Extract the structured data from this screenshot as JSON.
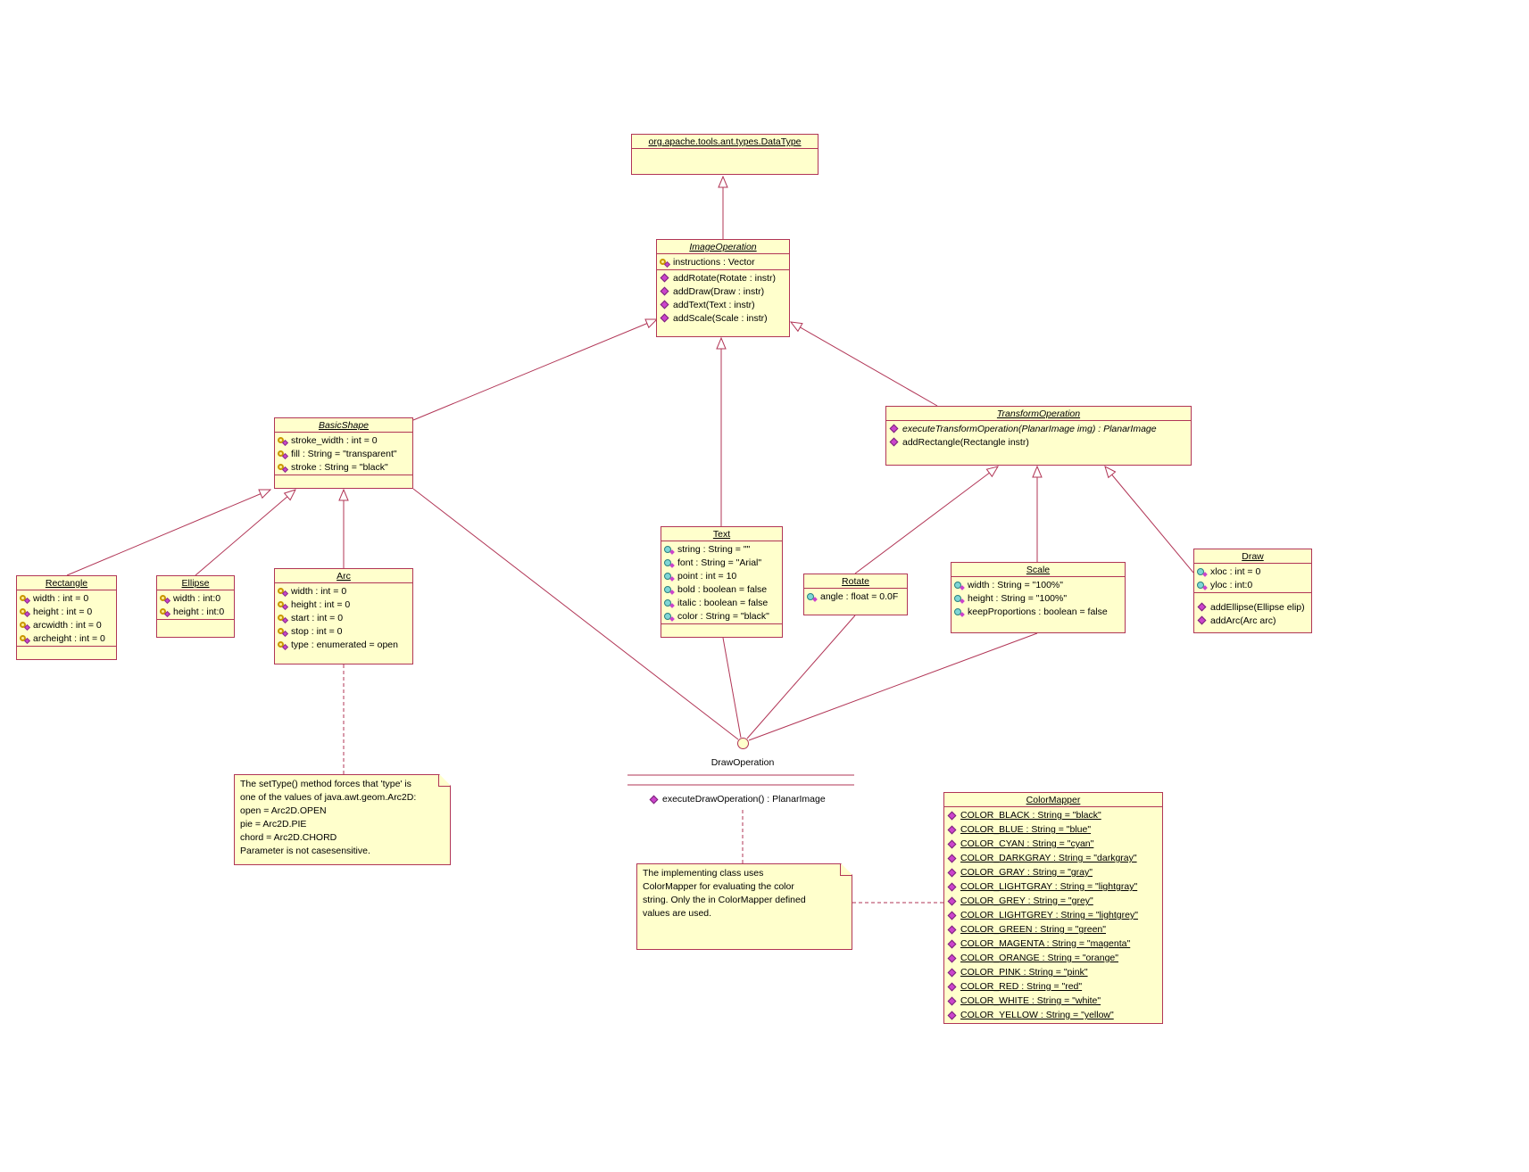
{
  "colors": {
    "box_fill": "#FFFFCC",
    "line": "#B13556",
    "background": "#FFFFFF",
    "method_icon": "#CC44CC",
    "protected_icon": "#C99700",
    "public_icon": "#7FD6D6"
  },
  "classes": {
    "datatype": {
      "title": "org.apache.tools.ant.types.DataType"
    },
    "imageOperation": {
      "title": "ImageOperation",
      "attributes": [
        "instructions : Vector"
      ],
      "methods": [
        "addRotate(Rotate : instr)",
        "addDraw(Draw : instr)",
        "addText(Text : instr)",
        "addScale(Scale : instr)"
      ]
    },
    "basicShape": {
      "title": "BasicShape",
      "attributes": [
        "stroke_width : int = 0",
        "fill : String = \"transparent\"",
        "stroke : String = \"black\""
      ]
    },
    "transformOperation": {
      "title": "TransformOperation",
      "methods": [
        "executeTransformOperation(PlanarImage img) : PlanarImage",
        "addRectangle(Rectangle instr)"
      ]
    },
    "rectangle": {
      "title": "Rectangle",
      "attributes": [
        "width : int = 0",
        "height : int = 0",
        "arcwidth : int = 0",
        "archeight : int = 0"
      ]
    },
    "ellipse": {
      "title": "Ellipse",
      "attributes": [
        "width : int:0",
        "height : int:0"
      ]
    },
    "arc": {
      "title": "Arc",
      "attributes": [
        "width : int = 0",
        "height : int = 0",
        "start : int = 0",
        "stop : int = 0",
        "type : enumerated = open"
      ]
    },
    "text": {
      "title": "Text",
      "attributes": [
        "string : String = \"\"",
        "font : String = \"Arial\"",
        "point : int = 10",
        "bold : boolean = false",
        "italic : boolean = false",
        "color : String = \"black\""
      ]
    },
    "rotate": {
      "title": "Rotate",
      "attributes": [
        "angle : float = 0.0F"
      ]
    },
    "scale": {
      "title": "Scale",
      "attributes": [
        "width : String = \"100%\"",
        "height : String = \"100%\"",
        "keepProportions : boolean = false"
      ]
    },
    "draw": {
      "title": "Draw",
      "attributes": [
        "xloc : int = 0",
        "yloc : int:0"
      ],
      "methods": [
        "addEllipse(Ellipse elip)",
        "addArc(Arc arc)"
      ]
    },
    "colorMapper": {
      "title": "ColorMapper",
      "attributes": [
        "COLOR_BLACK : String = \"black\"",
        "COLOR_BLUE : String = \"blue\"",
        "COLOR_CYAN : String = \"cyan\"",
        "COLOR_DARKGRAY : String = \"darkgray\"",
        "COLOR_GRAY : String = \"gray\"",
        "COLOR_LIGHTGRAY : String = \"lightgray\"",
        "COLOR_GREY : String = \"grey\"",
        "COLOR_LIGHTGREY : String = \"lightgrey\"",
        "COLOR_GREEN : String = \"green\"",
        "COLOR_MAGENTA : String = \"magenta\"",
        "COLOR_ORANGE : String = \"orange\"",
        "COLOR_PINK : String = \"pink\"",
        "COLOR_RED : String = \"red\"",
        "COLOR_WHITE : String = \"white\"",
        "COLOR_YELLOW : String = \"yellow\""
      ]
    }
  },
  "interface": {
    "name": "DrawOperation",
    "method": "executeDrawOperation() : PlanarImage"
  },
  "notes": {
    "arcNote": "The setType() method forces that 'type' is\none of the values of java.awt.geom.Arc2D:\nopen = Arc2D.OPEN\npie = Arc2D.PIE\nchord = Arc2D.CHORD\nParameter is not casesensitive.",
    "colorNote": "The implementing class uses\nColorMapper for evaluating the color\nstring. Only the in ColorMapper defined\nvalues are used."
  }
}
